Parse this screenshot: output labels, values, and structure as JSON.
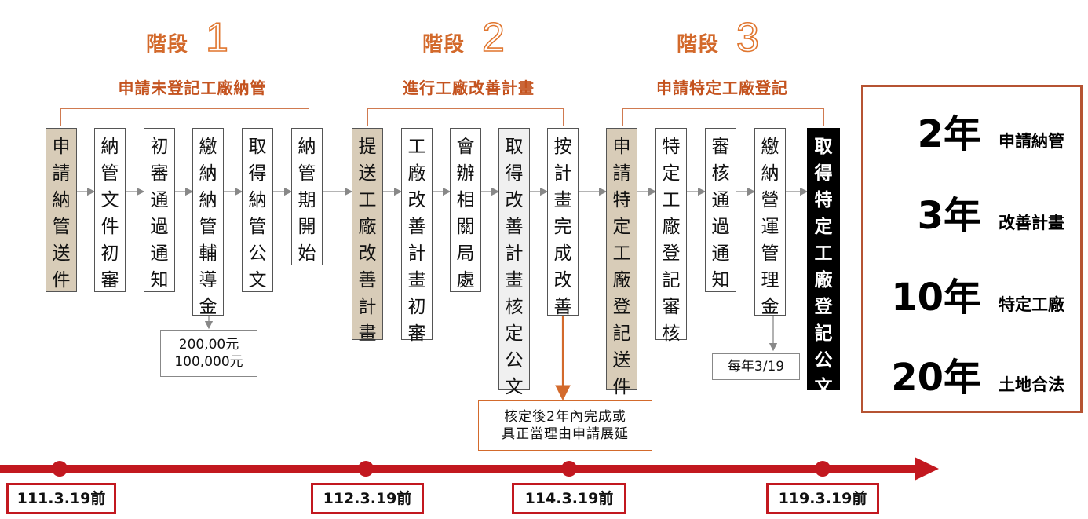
{
  "stages": [
    {
      "label": "階段",
      "number": "1",
      "title": "申請未登記工廠納管"
    },
    {
      "label": "階段",
      "number": "2",
      "title": "進行工廠改善計畫"
    },
    {
      "label": "階段",
      "number": "3",
      "title": "申請特定工廠登記"
    }
  ],
  "steps": [
    {
      "text": "申請納管送件",
      "style": "tan"
    },
    {
      "text": "納管文件初審",
      "style": "white"
    },
    {
      "text": "初審通過通知",
      "style": "white"
    },
    {
      "text": "繳納納管輔導金",
      "style": "white"
    },
    {
      "text": "取得納管公文",
      "style": "white"
    },
    {
      "text": "納管期開始",
      "style": "white"
    },
    {
      "text": "提送工廠改善計畫",
      "style": "tan"
    },
    {
      "text": "工廠改善計畫初審",
      "style": "white"
    },
    {
      "text": "會辦相關局處",
      "style": "white"
    },
    {
      "text": "取得改善計畫核定公文",
      "style": "gray"
    },
    {
      "text": "按計畫完成改善",
      "style": "white"
    },
    {
      "text": "申請特定工廠登記送件",
      "style": "tan"
    },
    {
      "text": "特定工廠登記審核",
      "style": "white"
    },
    {
      "text": "審核通過通知",
      "style": "white"
    },
    {
      "text": "繳納營運管理金",
      "style": "white"
    },
    {
      "text": "取得特定工廠登記公文",
      "style": "black"
    }
  ],
  "notes": {
    "fee_line1": "200,00元",
    "fee_line2": "100,000元",
    "deadline_line1": "核定後2年內完成或",
    "deadline_line2": "具正當理由申請展延",
    "annual": "每年3/19"
  },
  "summary": [
    {
      "years": "2年",
      "label": "申請納管"
    },
    {
      "years": "3年",
      "label": "改善計畫"
    },
    {
      "years": "10年",
      "label": "特定工廠"
    },
    {
      "years": "20年",
      "label": "土地合法"
    }
  ],
  "timeline": [
    "111.3.19前",
    "112.3.19前",
    "114.3.19前",
    "119.3.19前"
  ],
  "colors": {
    "accent": "#d36a2c",
    "timeline": "#c2181f",
    "tan": "#d8ccb8",
    "summary_border": "#b65332"
  }
}
